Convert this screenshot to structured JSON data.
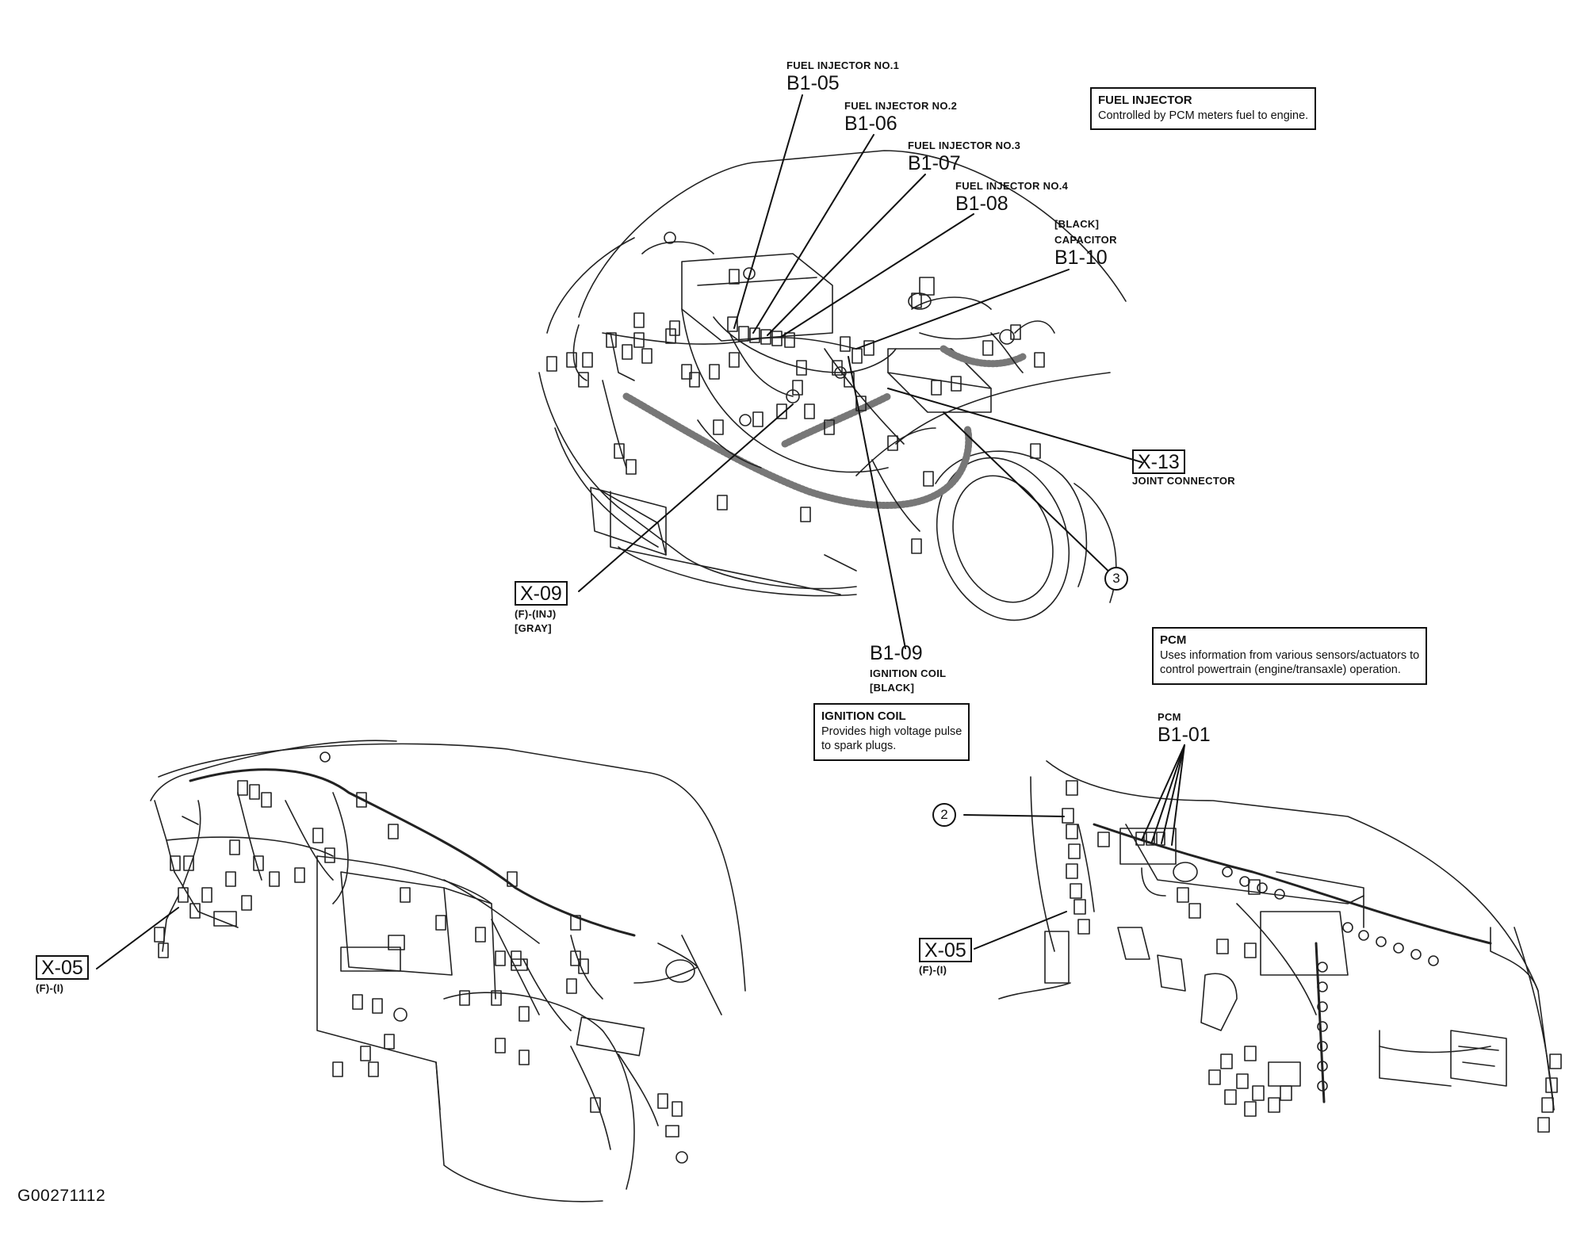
{
  "figure_id": "G00271112",
  "engine_callouts": [
    {
      "code": "B1-05",
      "label": "FUEL INJECTOR NO.1"
    },
    {
      "code": "B1-06",
      "label": "FUEL INJECTOR NO.2"
    },
    {
      "code": "B1-07",
      "label": "FUEL INJECTOR NO.3"
    },
    {
      "code": "B1-08",
      "label": "FUEL INJECTOR NO.4"
    },
    {
      "code": "B1-10",
      "label_lines": [
        "[BLACK]",
        "CAPACITOR"
      ]
    },
    {
      "code": "X-13",
      "label": "JOINT CONNECTOR"
    },
    {
      "code": "X-09",
      "label_lines": [
        "(F)-(INJ)",
        "[GRAY]"
      ]
    },
    {
      "code": "B1-09",
      "label_lines": [
        "IGNITION COIL",
        "[BLACK]"
      ]
    }
  ],
  "circle_markers": [
    "3",
    "2"
  ],
  "dash_left": {
    "code": "X-05",
    "label": "(F)-(I)"
  },
  "dash_right": {
    "code": "X-05",
    "label": "(F)-(I)",
    "pcm_label": "PCM",
    "pcm_code": "B1-01"
  },
  "info_boxes": {
    "fuel_injector": {
      "title": "FUEL INJECTOR",
      "text": "Controlled by PCM meters fuel to engine."
    },
    "pcm": {
      "title": "PCM",
      "lines": [
        "Uses information from various sensors/actuators to",
        "control powertrain (engine/transaxle) operation."
      ]
    },
    "ignition_coil": {
      "title": "IGNITION COIL",
      "lines": [
        "Provides high voltage pulse",
        "to spark plugs."
      ]
    }
  }
}
